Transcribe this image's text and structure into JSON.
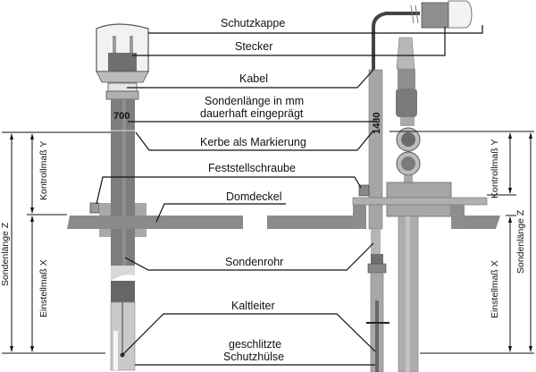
{
  "diagram": {
    "type": "technical-installation-drawing",
    "labels": {
      "schutzkappe": "Schutzkappe",
      "stecker": "Stecker",
      "kabel": "Kabel",
      "sondenlaenge_line1": "Sondenlänge in mm",
      "sondenlaenge_line2": "dauerhaft eingeprägt",
      "kerbe": "Kerbe als Markierung",
      "feststellschraube": "Feststellschraube",
      "domdeckel": "Domdeckel",
      "sondenrohr": "Sondenrohr",
      "kaltleiter": "Kaltleiter",
      "schutzhuelse_line1": "geschlitzte",
      "schutzhuelse_line2": "Schutzhülse"
    },
    "dimensions": {
      "left": {
        "kontrollmass_y": "Kontrollmaß Y",
        "einstellmass_x": "Einstellmaß X",
        "sondenlaenge_z": "Sondenlänge Z"
      },
      "right": {
        "kontrollmass_y": "Kontrollmaß Y",
        "einstellmass_x": "Einstellmaß X",
        "sondenlaenge_z": "Sondenlänge Z"
      }
    },
    "probe_markings": {
      "left_probe_length": "700",
      "right_probe_length": "1480"
    },
    "colors": {
      "background": "#ffffff",
      "dark_gray": "#6f6f6f",
      "mid_gray": "#8e8e8e",
      "light_gray": "#c4c4c4",
      "line": "#111111"
    }
  }
}
